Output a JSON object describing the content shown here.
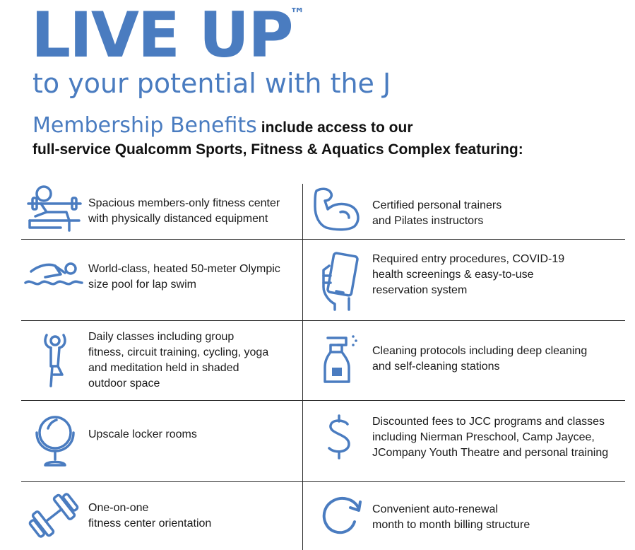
{
  "header": {
    "hero": "LIVE UP",
    "trademark": "™",
    "subtitle": "to your potential with the J",
    "benefits_title": "Membership Benefits",
    "benefits_rest": "include access to our",
    "benefits_line2": "full-service Qualcomm Sports, Fitness & Aquatics Complex featuring:"
  },
  "benefits": [
    {
      "icon": "weightlifting-bench-icon",
      "lines": [
        "Spacious members-only fitness center",
        "with physically distanced equipment"
      ]
    },
    {
      "icon": "flexed-arm-icon",
      "lines": [
        "Certified personal trainers",
        "and Pilates instructors"
      ]
    },
    {
      "icon": "swimmer-icon",
      "lines": [
        "World-class, heated 50-meter Olympic",
        "size pool for lap swim"
      ]
    },
    {
      "icon": "hand-phone-icon",
      "lines": [
        "Required entry procedures, COVID-19",
        "health screenings & easy-to-use",
        "reservation system"
      ]
    },
    {
      "icon": "yoga-pose-icon",
      "lines": [
        "Daily classes including group",
        "fitness, circuit training, cycling, yoga",
        "and meditation held in shaded",
        "outdoor space"
      ]
    },
    {
      "icon": "spray-bottle-icon",
      "lines": [
        "Cleaning protocols including deep cleaning",
        "and self-cleaning stations"
      ]
    },
    {
      "icon": "mirror-icon",
      "lines": [
        "Upscale locker rooms"
      ]
    },
    {
      "icon": "dollar-sign-icon",
      "lines": [
        "Discounted fees to JCC programs and classes",
        "including Nierman Preschool, Camp Jaycee,",
        "JCompany Youth Theatre and personal training"
      ]
    },
    {
      "icon": "dumbbell-icon",
      "lines": [
        "One-on-one",
        "fitness center orientation"
      ]
    },
    {
      "icon": "renewal-arrow-icon",
      "lines": [
        "Convenient auto-renewal",
        "month to month billing structure"
      ]
    }
  ],
  "colors": {
    "accent": "#4a7cc0",
    "text": "#1a1a1a",
    "rule": "#2b2b2b"
  }
}
